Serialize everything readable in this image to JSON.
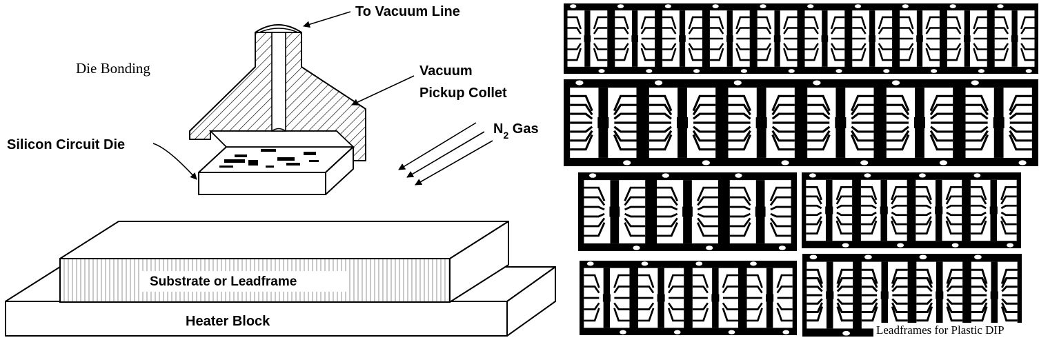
{
  "labels": {
    "title": "Die Bonding",
    "vacuum_line": "To Vacuum Line",
    "collet_line1": "Vacuum",
    "collet_line2": "Pickup Collet",
    "gas_main": "N",
    "gas_sub": "2",
    "gas_suffix": " Gas",
    "die": "Silicon Circuit Die",
    "substrate": "Substrate or Leadframe",
    "heater": "Heater Block",
    "caption": "Leadframes for Plastic DIP"
  },
  "leadframe_strips": [
    {
      "units": 10,
      "style": "fine"
    },
    {
      "units": 6,
      "style": "wide"
    },
    {
      "units": 3,
      "style": "mid"
    },
    {
      "units": 4,
      "style": "mid"
    },
    {
      "units": 4,
      "style": "fine"
    },
    {
      "units": 4,
      "style": "wide"
    }
  ],
  "colors": {
    "ink": "#000000",
    "paper": "#ffffff"
  }
}
